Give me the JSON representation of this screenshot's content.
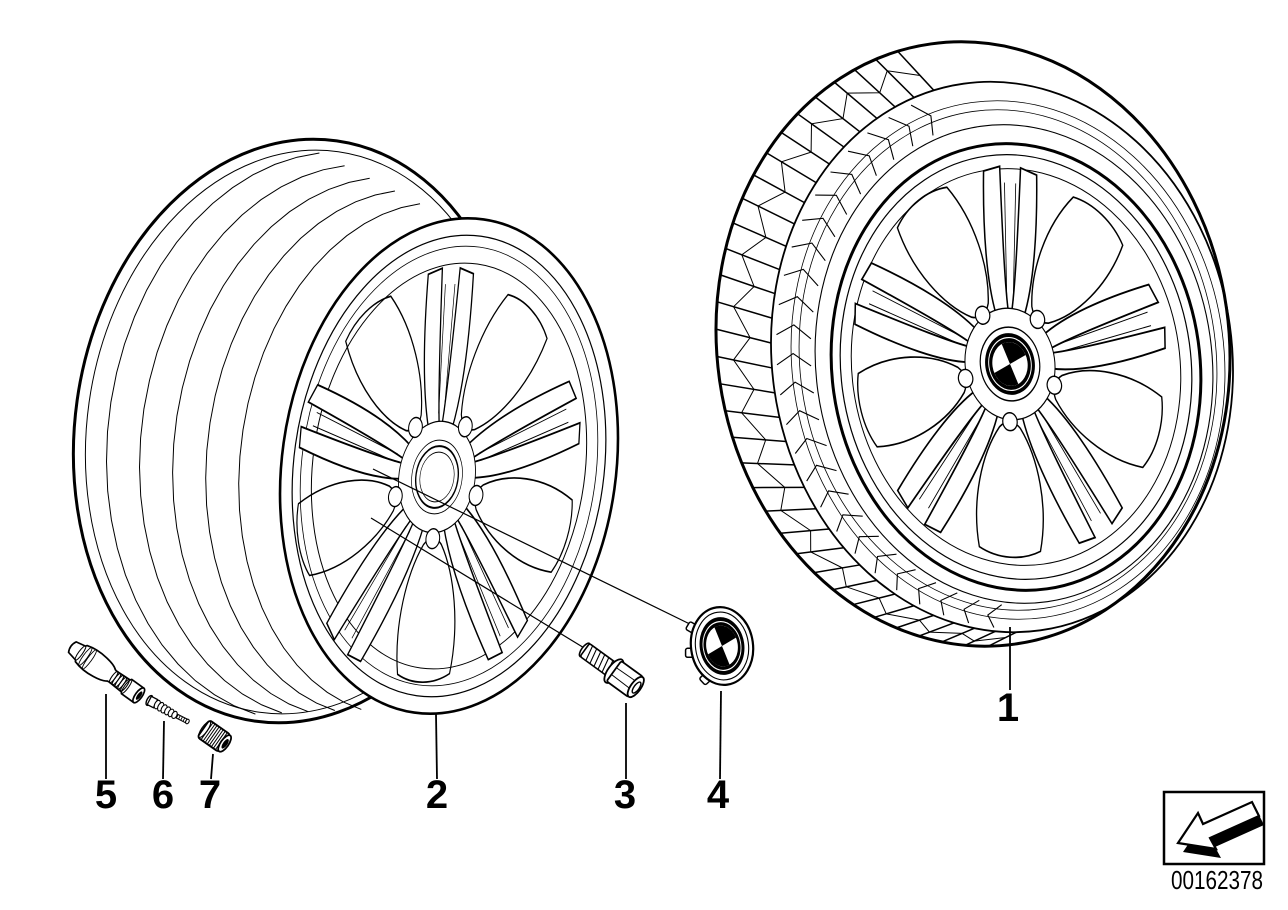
{
  "page": {
    "paper_color": "#ffffff",
    "ink_color": "#000000"
  },
  "diagram": {
    "callouts": [
      {
        "label": "1"
      },
      {
        "label": "2"
      },
      {
        "label": "3"
      },
      {
        "label": "4"
      },
      {
        "label": "5"
      },
      {
        "label": "6"
      },
      {
        "label": "7"
      }
    ]
  },
  "footer": {
    "document_number": "00162378"
  },
  "icons": {
    "page_turn_arrow": "black-3d-arrow-pointing-lower-left"
  }
}
